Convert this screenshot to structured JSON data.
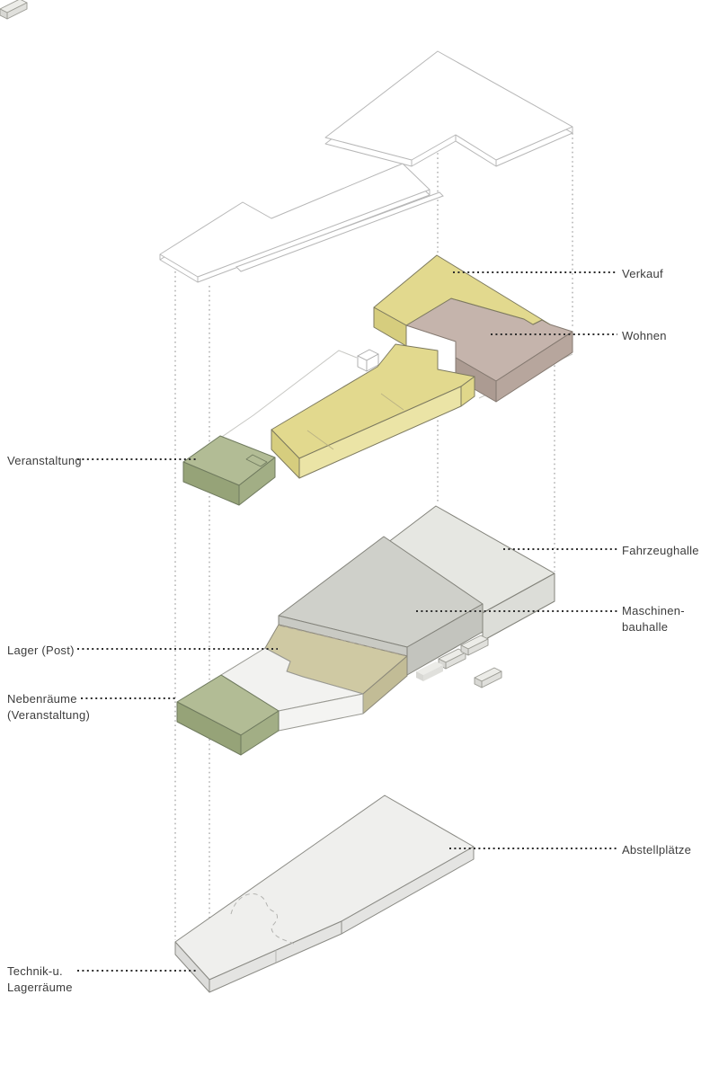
{
  "annotations": {
    "verkauf": {
      "text": "Verkauf"
    },
    "wohnen": {
      "text": "Wohnen"
    },
    "veranstaltung": {
      "text": "Veranstaltung"
    },
    "fahrzeughalle": {
      "text": "Fahrzeughalle"
    },
    "maschinenbauhalle": {
      "line1": "Maschinen-",
      "line2": "bauhalle"
    },
    "lager_post": {
      "text": "Lager (Post)"
    },
    "nebenraeume": {
      "line1": "Nebenräume",
      "line2": "(Veranstaltung)"
    },
    "abstellplaetze": {
      "text": "Abstellplätze"
    },
    "technik_lagerraeume": {
      "line1": "Technik-u.",
      "line2": "Lagerräume"
    }
  },
  "colors": {
    "yellow_top": "#e2d98e",
    "yellow_side_light": "#ebe4a6",
    "yellow_side_dark": "#d6cd7e",
    "brown_top": "#c5b4ac",
    "brown_side": "#b7a69d",
    "brown_side_dark": "#ac9b92",
    "green_top": "#b2bc95",
    "green_side": "#a2ae85",
    "green_side_dark": "#96a378",
    "gray_light_top": "#e6e7e2",
    "gray_mid_top": "#cfd0ca",
    "khaki_top": "#cfc9a3",
    "white_band": "#f2f2f0",
    "bottom_slab_top": "#efefed",
    "site_outline": "#b7b7b7",
    "guide_line": "#9c9c9c",
    "leader_line": "#2c2c2c",
    "label_text": "#3c3c3c"
  }
}
